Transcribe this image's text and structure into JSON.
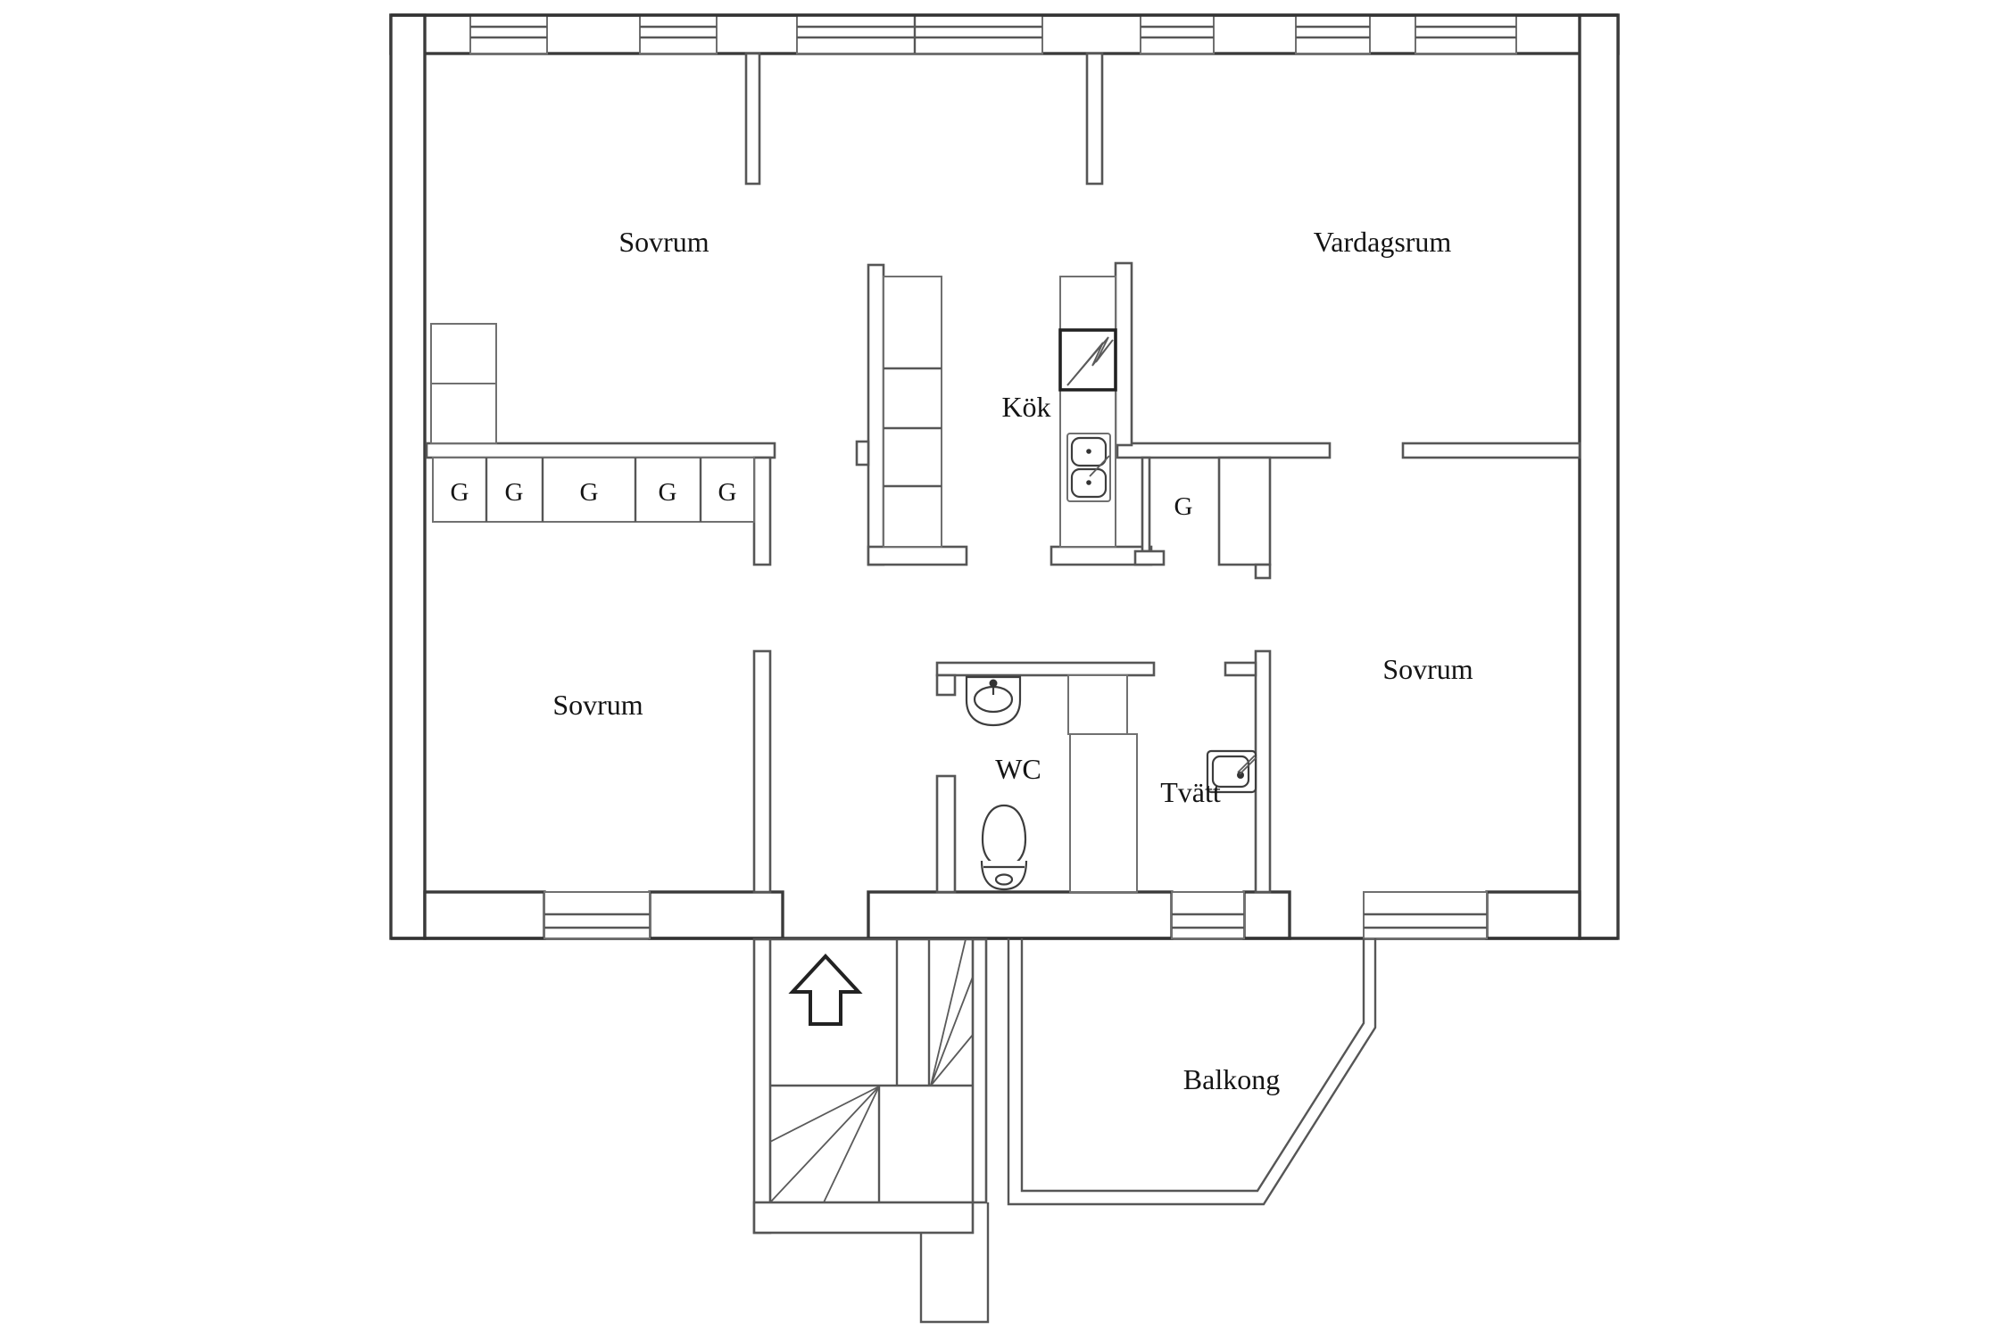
{
  "document": {
    "type": "floor-plan",
    "language": "Swedish"
  },
  "colors": {
    "background": "#ffffff",
    "outer_wall": "#3a3a3a",
    "inner_wall": "#565656",
    "text": "#141414"
  },
  "rooms": {
    "bedroom_top_left": {
      "label": "Sovrum"
    },
    "living_room": {
      "label": "Vardagsrum"
    },
    "kitchen": {
      "label": "Kök"
    },
    "bedroom_bottom_left": {
      "label": "Sovrum"
    },
    "bedroom_right": {
      "label": "Sovrum"
    },
    "wc": {
      "label": "WC"
    },
    "laundry": {
      "label": "Tvätt"
    },
    "balcony": {
      "label": "Balkong"
    },
    "hall_closet": {
      "label": "G"
    }
  },
  "closets": {
    "wardrobe_letters": [
      "G",
      "G",
      "G",
      "G",
      "G"
    ]
  },
  "icons": [
    "stove-icon",
    "kitchen-sink-icon",
    "washbasin-icon",
    "toilet-icon",
    "laundry-sink-icon",
    "up-arrow-icon"
  ]
}
